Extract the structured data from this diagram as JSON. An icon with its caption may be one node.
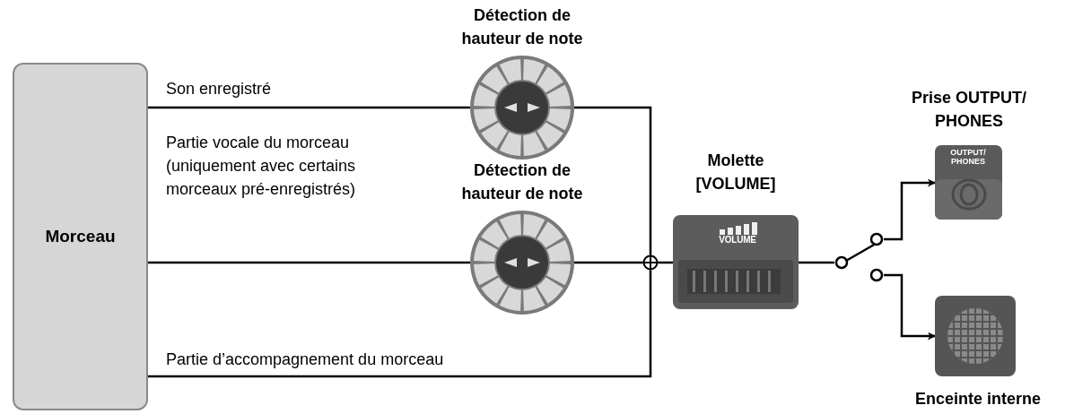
{
  "diagram": {
    "nodes": [
      {
        "text": [
          "Morceau"
        ]
      },
      {
        "text": [
          "Détection de hauteur de note"
        ]
      },
      {
        "text": [
          "Détection de hauteur de note"
        ]
      },
      {
        "text": [],
        "shape": "circle"
      },
      {
        "text": [
          "Molette [VOLUME]"
        ]
      },
      {
        "text": [],
        "shape": "switch"
      },
      {
        "text": [
          "Prise OUTPUT/ PHONES"
        ]
      },
      {
        "text": [
          "Enceinte interne"
        ]
      }
    ],
    "edges": [
      {
        "from": 0,
        "to": 1,
        "arrow": "none",
        "label": "Son enregistré"
      },
      {
        "from": 1,
        "to": 3,
        "arrow": "none"
      },
      {
        "from": 0,
        "to": 2,
        "arrow": "none",
        "label": "Partie vocale du morceau (uniquement avec certains morceaux pré-enregistrés)"
      },
      {
        "from": 2,
        "to": 3,
        "arrow": "none"
      },
      {
        "from": 0,
        "to": 3,
        "arrow": "none",
        "label": "Partie d’accompagnement du morceau"
      },
      {
        "from": 3,
        "to": 4,
        "arrow": "none"
      },
      {
        "from": 4,
        "to": 5,
        "arrow": "none"
      },
      {
        "from": 5,
        "to": 6,
        "arrow": "to"
      },
      {
        "from": 5,
        "to": 7,
        "arrow": "to"
      }
    ],
    "labels": [
      "VOLUME",
      "OUTPUT/ PHONES"
    ]
  }
}
